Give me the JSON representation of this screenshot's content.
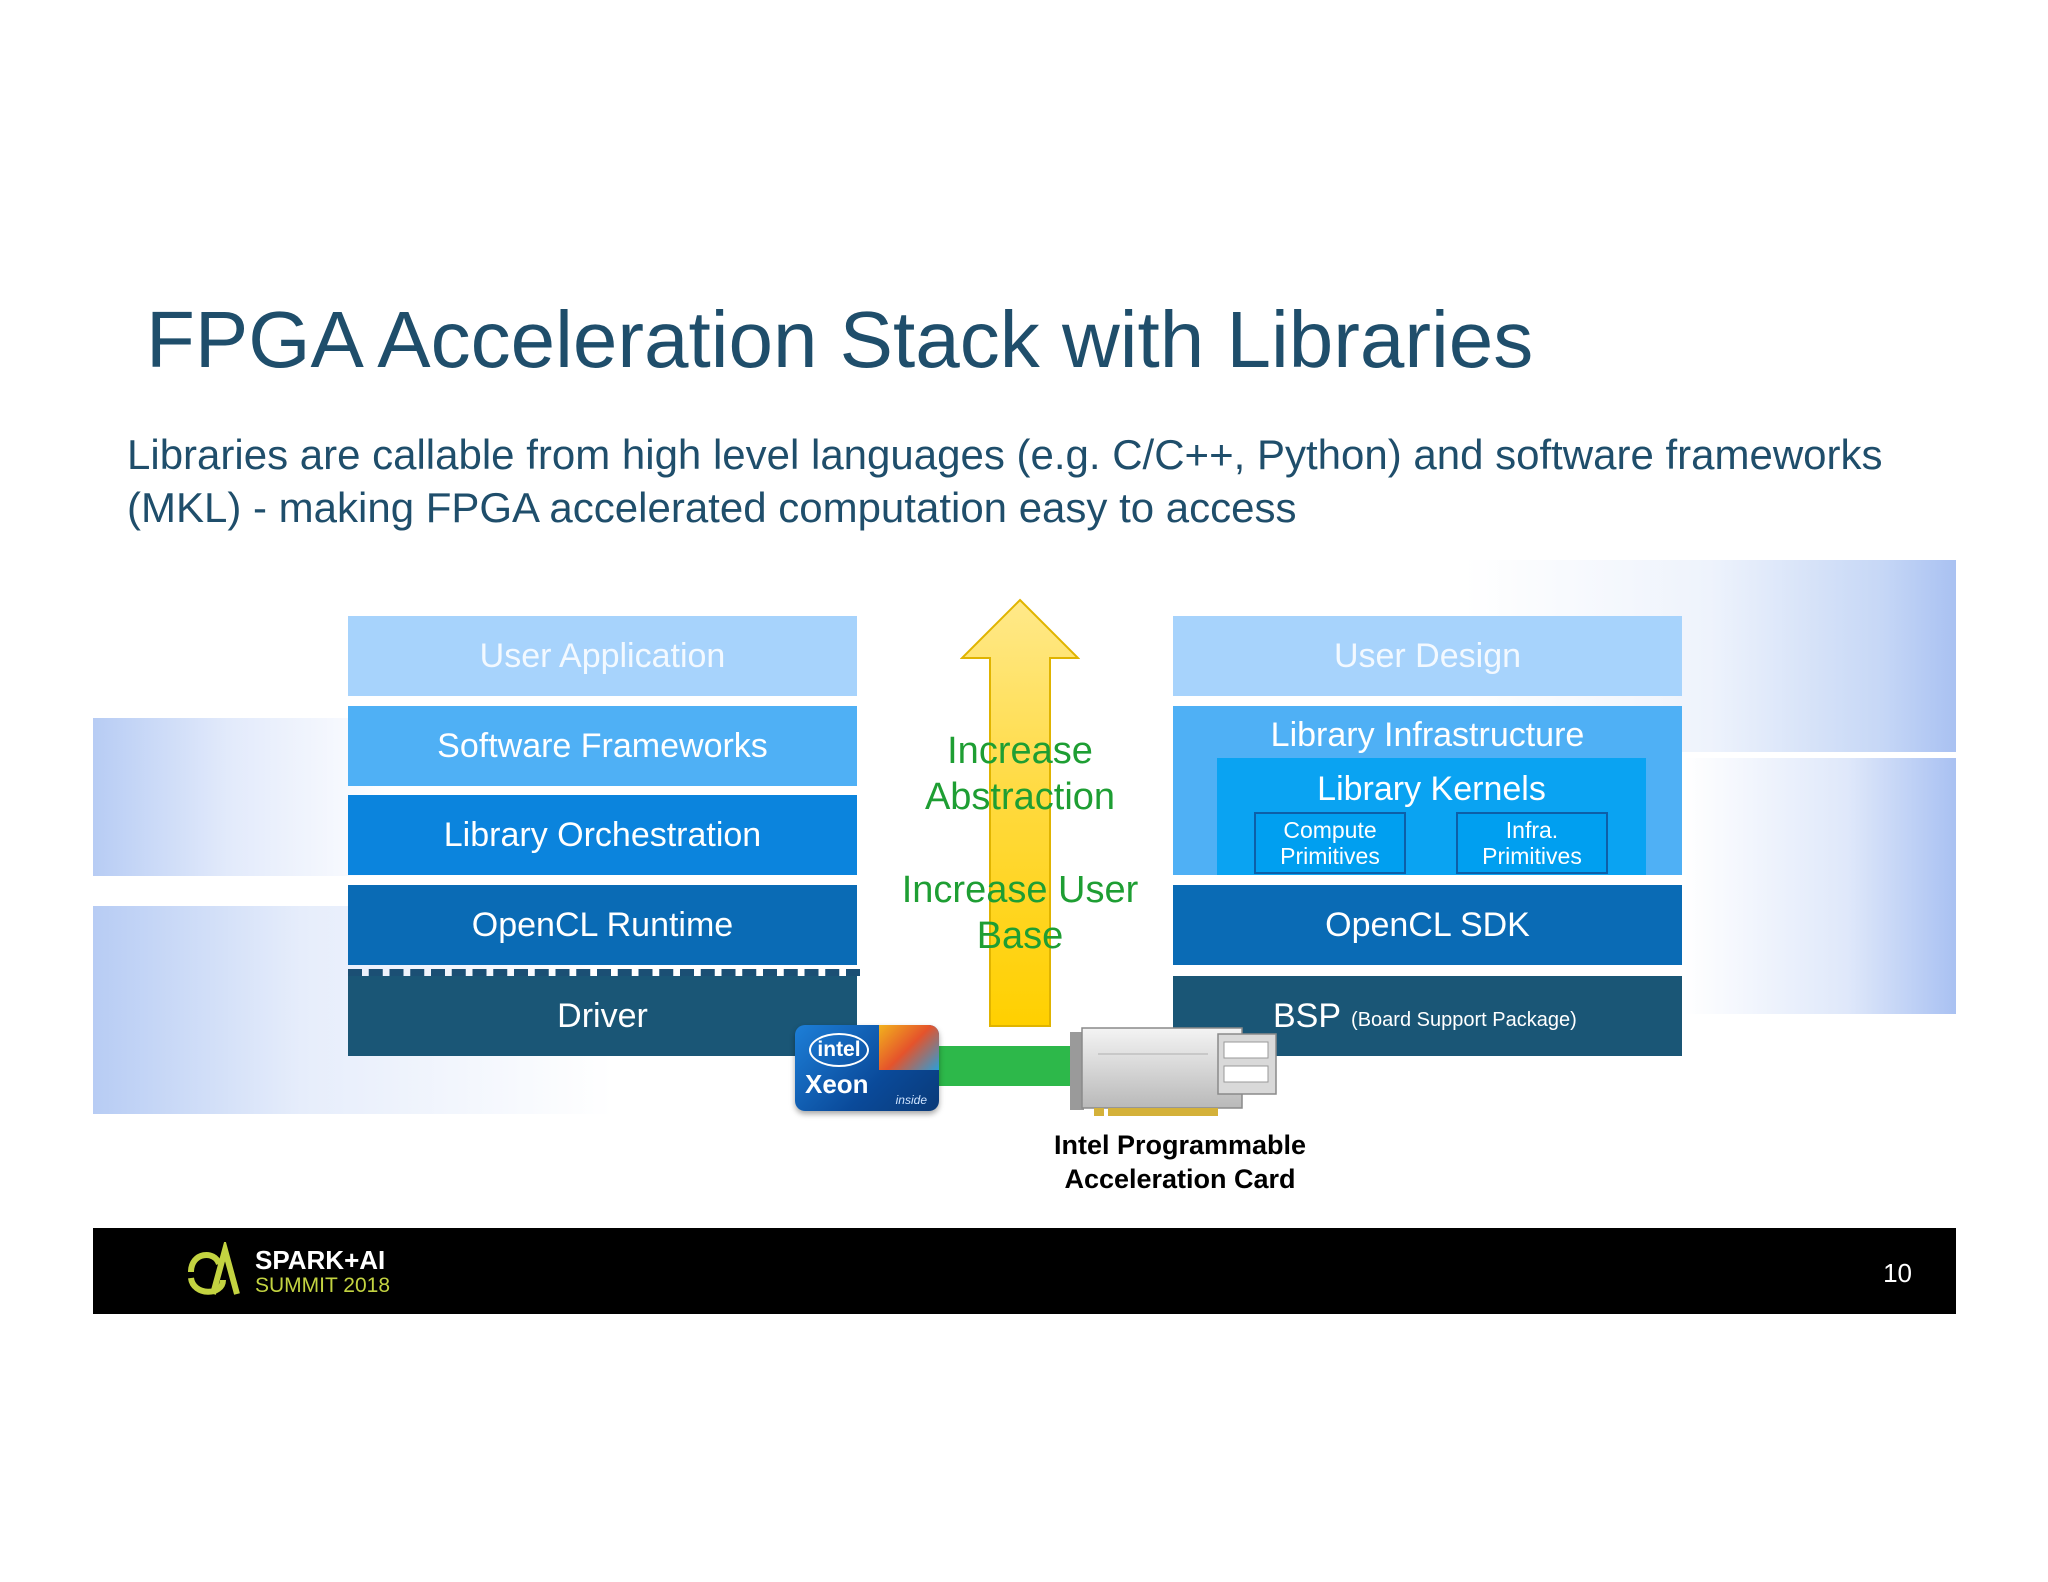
{
  "slide": {
    "title": "FPGA  Acceleration Stack with Libraries",
    "subtitle": "Libraries are callable from high level languages (e.g. C/C++, Python) and software frameworks (MKL) - making FPGA accelerated computation easy to access",
    "page_number": "10"
  },
  "left_stack": [
    {
      "label": "User Application",
      "color": "#a7d3fc"
    },
    {
      "label": "Software Frameworks",
      "color": "#4fb0f5"
    },
    {
      "label": "Library Orchestration",
      "color": "#0b84dd"
    },
    {
      "label": "OpenCL Runtime",
      "color": "#0a6bb5"
    },
    {
      "label": "Driver",
      "color": "#1a5676"
    }
  ],
  "right_stack": {
    "user_design": {
      "label": "User Design",
      "color": "#a7d3fc"
    },
    "library_infrastructure": {
      "label": "Library Infrastructure",
      "color": "#4fb0f5"
    },
    "library_kernels": {
      "label": "Library Kernels",
      "color": "#0aa3f2"
    },
    "compute_primitives": "Compute Primitives",
    "infra_primitives": "Infra. Primitives",
    "opencl_sdk": {
      "label": "OpenCL SDK",
      "color": "#0a6bb5"
    },
    "bsp": {
      "label": "BSP",
      "sublabel": "(Board Support Package)",
      "color": "#1a5676"
    }
  },
  "arrow": {
    "label_top": "Increase Abstraction",
    "label_bottom": "Increase User Base",
    "color": "#ffd21a",
    "text_color": "#1e9e33"
  },
  "hardware": {
    "cpu_badge": {
      "brand": "intel",
      "product": "Xeon",
      "tag": "inside"
    },
    "card_label": "Intel Programmable Acceleration Card",
    "link_color": "#2db84a"
  },
  "footer": {
    "logo_text": "SPARK+AI",
    "logo_sub": "SUMMIT 2018",
    "accent": "#c3d341"
  }
}
